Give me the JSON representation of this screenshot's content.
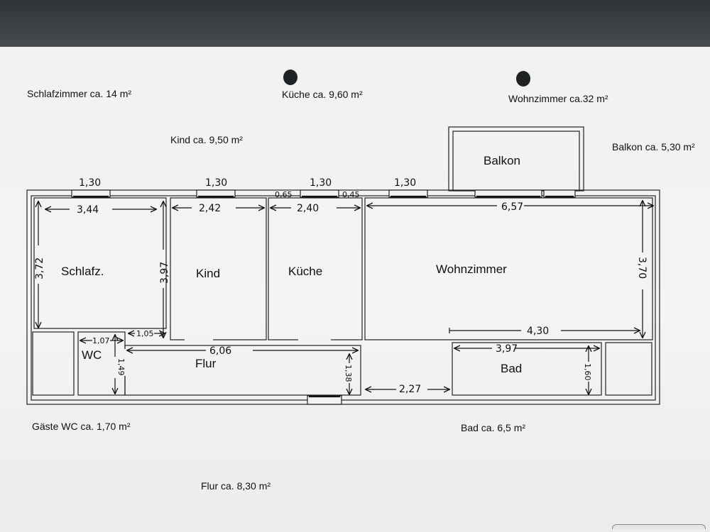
{
  "areas": {
    "schlafzimmer": "Schlafzimmer ca. 14 m²",
    "kueche": "Küche ca. 9,60 m²",
    "wohnzimmer": "Wohnzimmer ca.32 m²",
    "kind": "Kind ca. 9,50 m²",
    "balkon": "Balkon ca. 5,30 m²",
    "gaeste_wc": "Gäste WC ca. 1,70 m²",
    "bad": "Bad ca.  6,5 m²",
    "flur": "Flur ca. 8,30 m²"
  },
  "rooms": {
    "balkon": "Balkon",
    "schlafz": "Schlafz.",
    "kind": "Kind",
    "kueche": "Küche",
    "wohnzimmer": "Wohnzimmer",
    "wc": "WC",
    "flur": "Flur",
    "bad": "Bad"
  },
  "dimensions": {
    "win_schlaf": "1,30",
    "win_kind": "1,30",
    "win_kueche": "1,30",
    "win_wohn": "1,30",
    "kueche_left": "0,65",
    "kueche_right": "0,45",
    "schlaf_width": "3,44",
    "kind_width": "2,42",
    "kueche_width": "2,40",
    "wohn_width": "6,57",
    "schlaf_height": "3,72",
    "kind_height": "3,97",
    "wohn_height": "3,70",
    "wohn_lower": "4,30",
    "wc_width": "1,07",
    "wc_small": "1,05",
    "wc_height": "1,49",
    "flur_width": "6,06",
    "flur_height": "1,38",
    "hall_gap": "2,27",
    "bad_width": "3,97",
    "bad_height": "1,60"
  },
  "colors": {
    "paper": "#f2f2f0",
    "ink": "#111111",
    "backdrop": "#3c4144"
  }
}
